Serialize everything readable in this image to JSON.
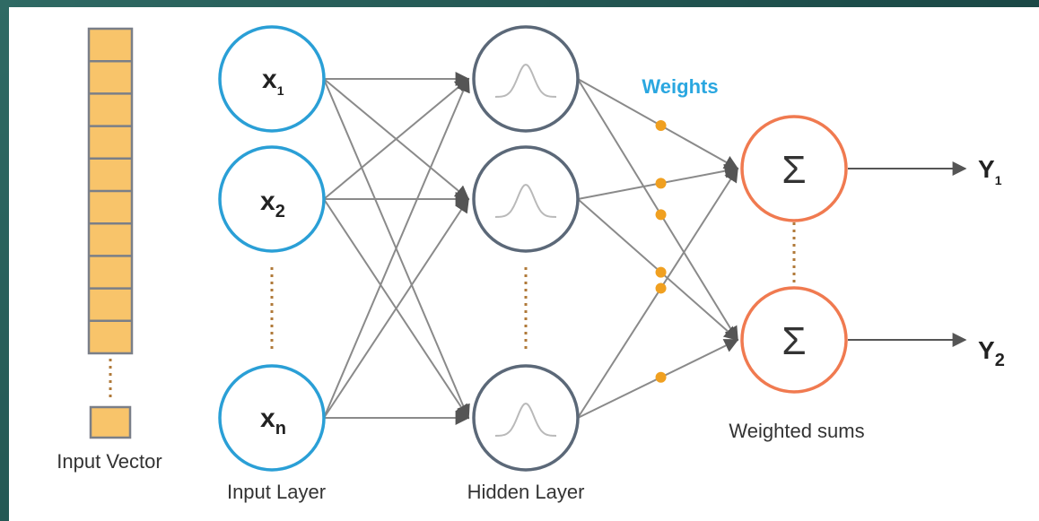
{
  "diagram": {
    "input_vector_label": "Input Vector",
    "input_layer_label": "Input Layer",
    "hidden_layer_label": "Hidden Layer",
    "weights_label": "Weights",
    "weighted_sums_label": "Weighted sums",
    "inputs": [
      {
        "base": "x",
        "sub": "1"
      },
      {
        "base": "x",
        "sub": "2"
      },
      {
        "base": "x",
        "sub": "n"
      }
    ],
    "sum_symbol": "Σ",
    "outputs": [
      {
        "base": "Y",
        "sub": "1"
      },
      {
        "base": "Y",
        "sub": "2"
      }
    ],
    "colors": {
      "input_node": "#2a9fd6",
      "hidden_node": "#5b6878",
      "output_node": "#f07a50",
      "weight_dot": "#f0a020",
      "vector_cell": "#f8c46a",
      "connection": "#8a8a8a",
      "dotted": "#b07a3a",
      "weights_text": "#2aa7e0"
    }
  }
}
